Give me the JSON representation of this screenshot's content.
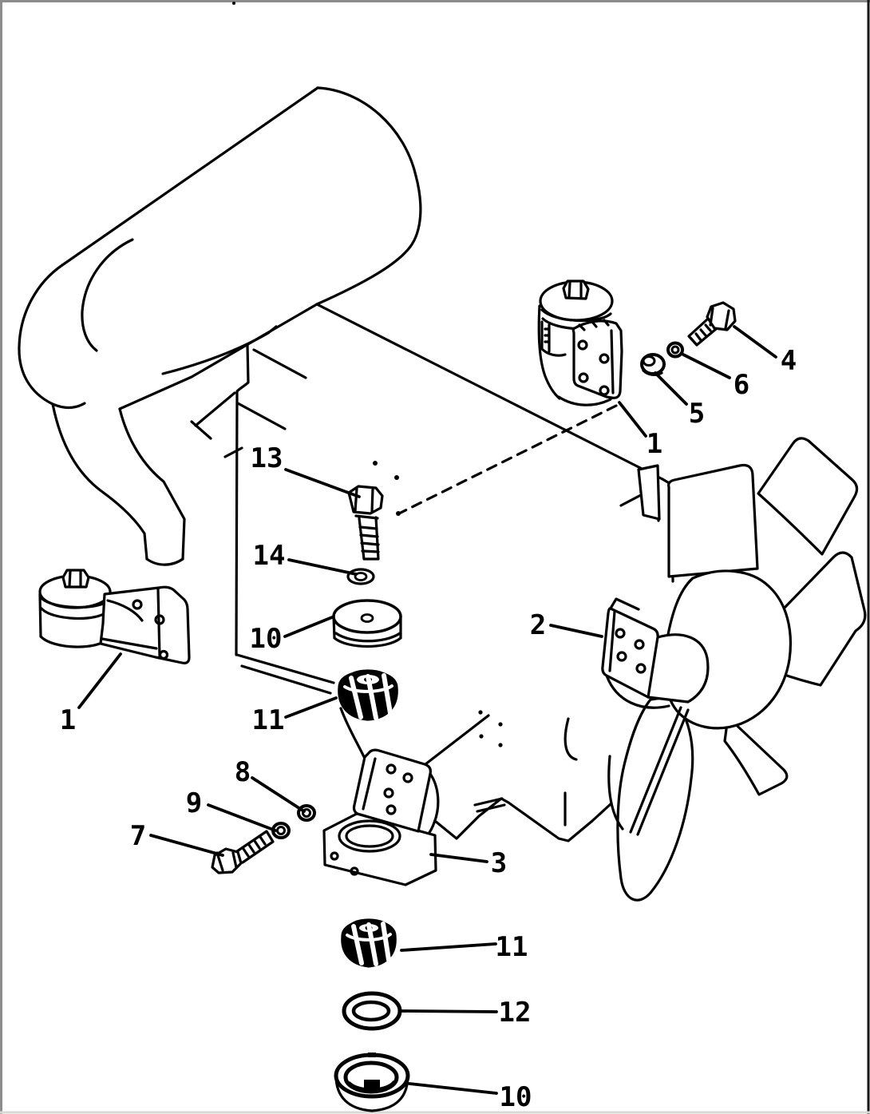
{
  "diagram": {
    "kind": "exploded-parts-line-drawing",
    "subject": "engine-mounting-with-muffler-and-fan",
    "style": {
      "background": "#ffffff",
      "line_color": "#000000",
      "border_top": "#8c8c8c",
      "border_left": "#8c8c8c",
      "border_right": "#161616",
      "border_bottom": "#d9d9d6"
    },
    "callouts": [
      {
        "label": "13",
        "part": "mounting-bolt"
      },
      {
        "label": "14",
        "part": "washer"
      },
      {
        "label": "10",
        "part": "cushion-disc"
      },
      {
        "label": "11",
        "part": "rubber-cushion"
      },
      {
        "label": "1",
        "part": "engine-mount-right"
      },
      {
        "label": "4",
        "part": "bolt"
      },
      {
        "label": "6",
        "part": "washer"
      },
      {
        "label": "5",
        "part": "spacer-bushing"
      },
      {
        "label": "2",
        "part": "mount-bracket-rear"
      },
      {
        "label": "1",
        "part": "engine-mount-left"
      },
      {
        "label": "7",
        "part": "bolt"
      },
      {
        "label": "9",
        "part": "spring-washer"
      },
      {
        "label": "8",
        "part": "washer"
      },
      {
        "label": "3",
        "part": "mount-bracket-lower"
      },
      {
        "label": "11",
        "part": "rubber-cushion"
      },
      {
        "label": "12",
        "part": "seat-ring"
      },
      {
        "label": "10",
        "part": "cushion-cup"
      }
    ]
  }
}
